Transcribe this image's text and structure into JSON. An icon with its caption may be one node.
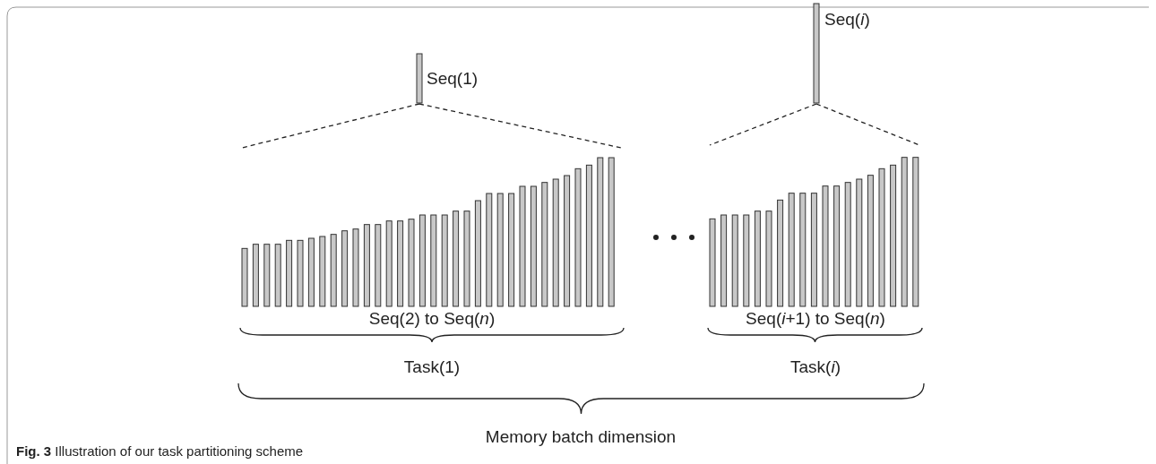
{
  "diagram": {
    "caption": "**Fig. 3** Illustration of our task partitioning scheme",
    "labels": [
      "Seq(*i*)",
      "Seq(1)",
      "Seq(2) to Seq(*n*)",
      "Seq(*i*+1) to Seq(*n*)",
      "Task(1)",
      "Task(*i*)",
      "Memory batch dimension"
    ]
  }
}
